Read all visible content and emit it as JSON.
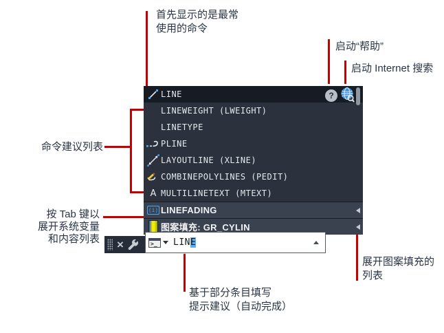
{
  "colors": {
    "callout_red": "#c40000",
    "annotation_text": "#2a3446",
    "panel_row": "#2b323d",
    "panel_row_selected": "#171c24",
    "panel_header_row": "#3a4250",
    "accent_blue": "#4da6f5",
    "hatch_swatch_yellow": "#f5ec00",
    "hatch_swatch_blue": "#2a52c8",
    "autocomplete_highlight": "#5caef2"
  },
  "annotations": {
    "most_used": {
      "line1": "首先显示的是最常",
      "line2": "使用的命令"
    },
    "launch_help": {
      "text": "启动“帮助”"
    },
    "launch_internet": {
      "text": "启动 Internet 搜索"
    },
    "command_suggestions": {
      "text": "命令建议列表"
    },
    "press_tab": {
      "line1": "按 Tab 键以",
      "line2": "展开系统变量",
      "line3": "和内容列表"
    },
    "expand_hatch": {
      "line1": "展开图案填充的",
      "line2": "列表"
    },
    "autocomplete": {
      "line1": "基于部分条目填写",
      "line2": "提示建议（自动完成）"
    }
  },
  "suggestion_list": {
    "items": [
      {
        "label": "LINE",
        "icon": "line-icon",
        "selected": true
      },
      {
        "label": "LINEWEIGHT (LWEIGHT)",
        "icon": null
      },
      {
        "label": "LINETYPE",
        "icon": null
      },
      {
        "label": "PLINE",
        "icon": "polyline-icon"
      },
      {
        "label": "LAYOUTLINE (XLINE)",
        "icon": "xline-icon"
      },
      {
        "label": "COMBINEPOLYLINES (PEDIT)",
        "icon": "pencil-edit-icon"
      },
      {
        "label": "MULTILINETEXT (MTEXT)",
        "icon": "text-a-icon"
      }
    ],
    "sections": [
      {
        "label": "LINEFADING",
        "icon": "sysvar-icon",
        "sysvar_glyph": "(i)",
        "collapse_arrow": "◄"
      },
      {
        "label": "图案填充: GR_CYLIN",
        "icon": "hatch-swatch-icon",
        "collapse_arrow": "◄"
      }
    ],
    "help_icon_glyph": "?",
    "internet_search_icon": "globe-magnifier-icon"
  },
  "command_bar": {
    "typed": "LIN",
    "completion": "E",
    "close_glyph": "×"
  }
}
